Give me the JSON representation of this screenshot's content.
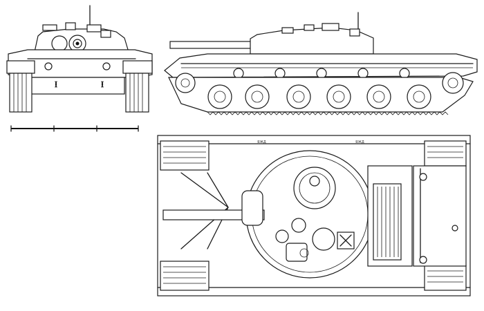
{
  "figure": {
    "kind": "technical line drawing",
    "views": [
      "front",
      "side",
      "top"
    ],
    "line_color": "#1a1a1a",
    "background": "#ffffff"
  },
  "top_view": {
    "hull_marks": [
      "ЯЖД",
      "ЯЖД"
    ]
  }
}
